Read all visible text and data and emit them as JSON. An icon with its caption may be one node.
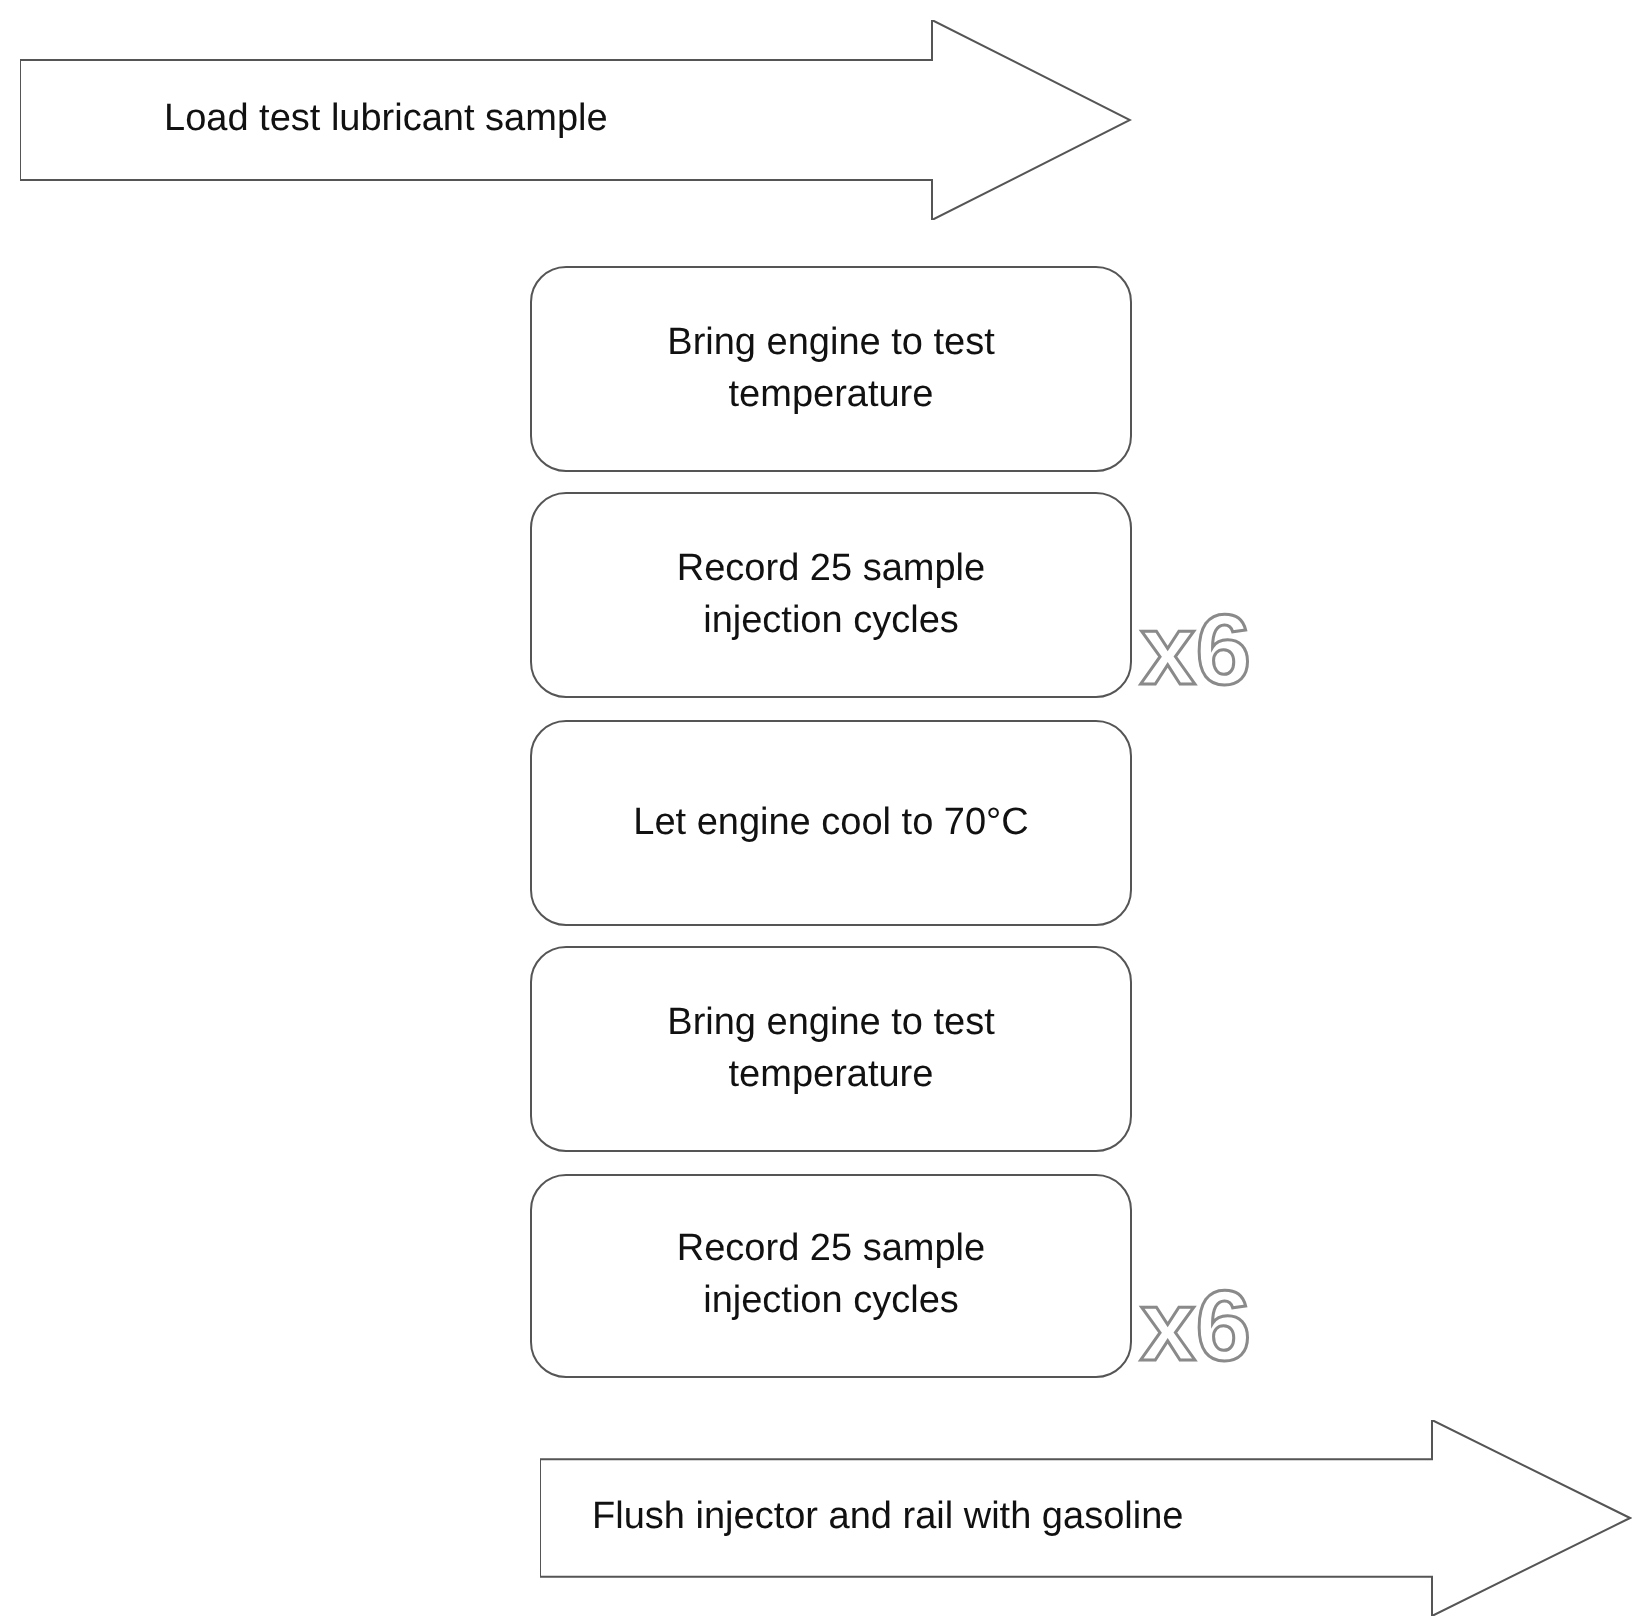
{
  "diagram": {
    "nodes": [
      {
        "text": [
          "Load test lubricant sample"
        ]
      },
      {
        "text": [
          "Bring engine to test temperature"
        ]
      },
      {
        "text": [
          "Record 25 sample injection cycles"
        ],
        "beside": [
          "x6"
        ]
      },
      {
        "text": [
          "Let engine cool to 70°C"
        ]
      },
      {
        "text": [
          "Bring engine to test temperature"
        ]
      },
      {
        "text": [
          "Record 25 sample injection cycles"
        ],
        "beside": [
          "x6"
        ]
      },
      {
        "text": [
          "Flush injector and rail with gasoline"
        ]
      }
    ],
    "edges": []
  }
}
